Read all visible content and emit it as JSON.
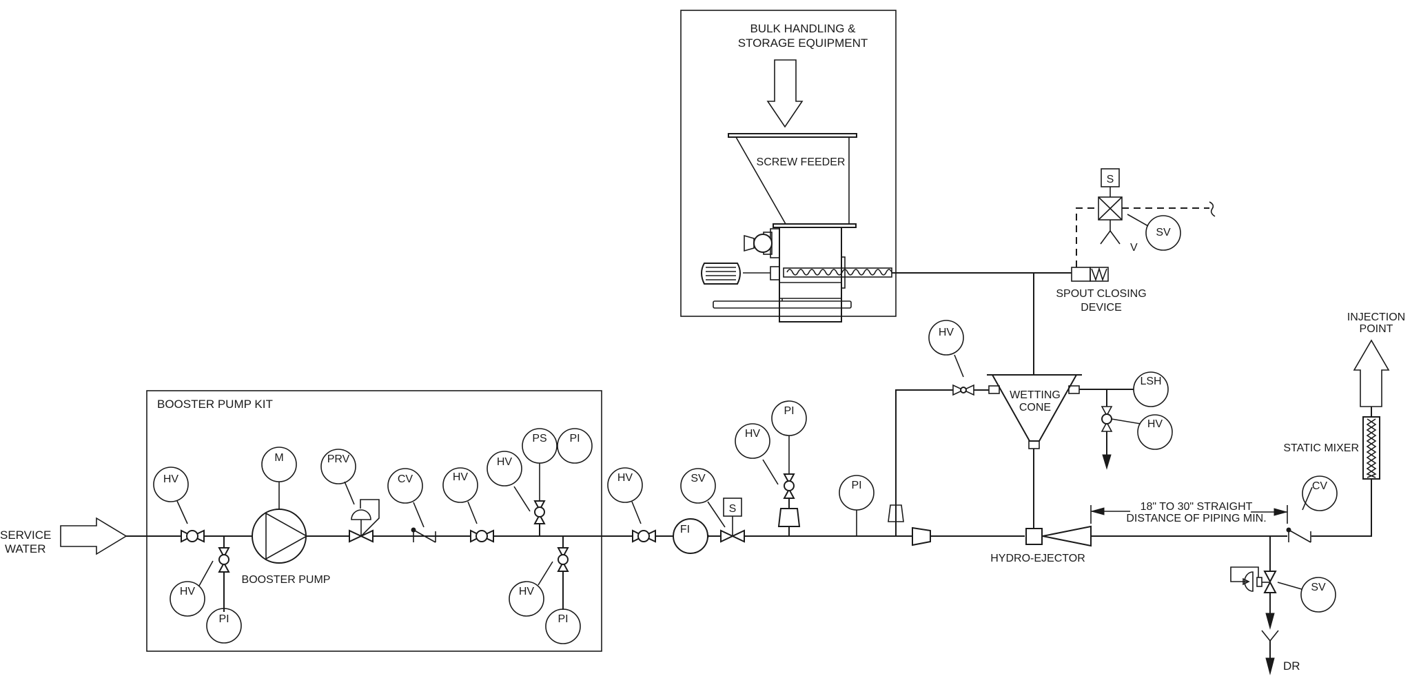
{
  "diagram": {
    "type": "piping-and-instrumentation",
    "groups": {
      "bulk_handling": {
        "title_line1": "BULK HANDLING &",
        "title_line2": "STORAGE EQUIPMENT",
        "feeder_label": "SCREW FEEDER"
      },
      "booster_pump_kit": {
        "title": "BOOSTER PUMP KIT",
        "pump_label": "BOOSTER PUMP"
      }
    },
    "labels": {
      "service_water_1": "SERVICE",
      "service_water_2": "WATER",
      "spout_1": "SPOUT CLOSING",
      "spout_2": "DEVICE",
      "wetting_1": "WETTING",
      "wetting_2": "CONE",
      "hydro_ejector": "HYDRO-EJECTOR",
      "straight_1": "18\" TO 30\" STRAIGHT",
      "straight_2": "DISTANCE OF PIPING MIN.",
      "injection_1": "INJECTION",
      "injection_2": "POINT",
      "static_mixer": "STATIC MIXER",
      "drain": "DR",
      "vent": "V",
      "solenoid": "S"
    },
    "instruments": {
      "hv1": "HV",
      "hv2": "HV",
      "pi1": "PI",
      "m": "M",
      "prv": "PRV",
      "cv1": "CV",
      "hv3": "HV",
      "hv4": "HV",
      "ps": "PS",
      "pi2": "PI",
      "hv5": "HV",
      "pi3": "PI",
      "hv6": "HV",
      "sv1": "SV",
      "fi": "FI",
      "hv7": "HV",
      "pi4": "PI",
      "pi5": "PI",
      "hv8": "HV",
      "lsh": "LSH",
      "hv9": "HV",
      "sv2": "SV",
      "cv2": "CV",
      "sv3": "SV"
    }
  }
}
